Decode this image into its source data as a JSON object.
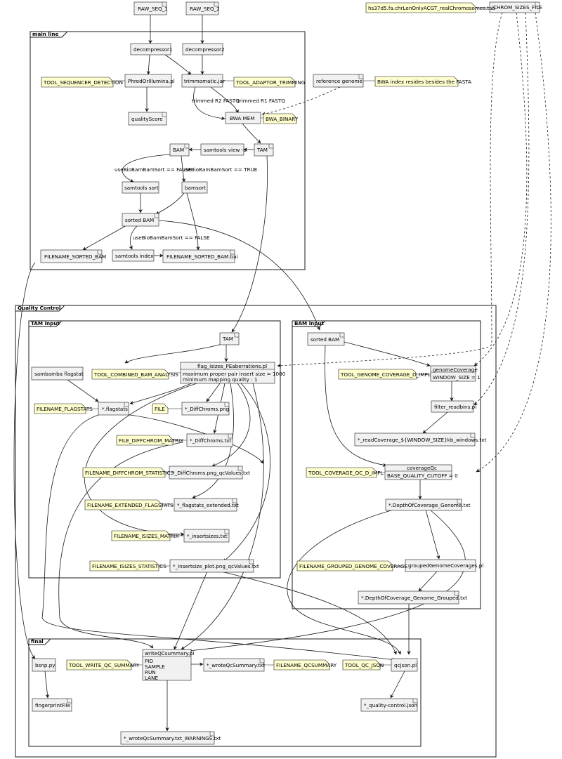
{
  "frames": {
    "main_line": "main line",
    "quality_control": "Quality Control",
    "tam_input": "TAM input",
    "bam_input": "BAM input",
    "final": "final"
  },
  "nodes": {
    "raw_seq_1": "RAW_SEQ_1",
    "raw_seq_2": "RAW_SEQ_2",
    "chrom_sizes_file": "CHROM_SIZES_FILE",
    "decompressor1": "decompressor1",
    "decompressor2": "decompressor2",
    "phred": "PhredOrIllumina.pl",
    "trimmomatic": "trimmomatic.jar",
    "reference_genome": "reference genome",
    "quality_score": "qualityScore",
    "bwa_mem": "BWA MEM",
    "bam": "BAM",
    "samtools_view": "samtools view -b",
    "tam": "TAM",
    "samtools_sort": "samtools sort",
    "bamsort": "bamsort",
    "sorted_bam": "sorted BAM",
    "filename_sorted_bam": "FILENAME_SORTED_BAM",
    "samtools_index": "samtools index",
    "filename_sorted_bam_bai": "FILENAME_SORTED_BAM.bai",
    "qc_tam": "TAM",
    "sambamba_flagstat": "sambamba flagstat",
    "flag_isizes_title": "flag_isizes_PEaberrations.pl",
    "flag_isizes_line1": "maximum proper pair insert size = 1000",
    "flag_isizes_line2": "minimum mapping quality : 1",
    "flagstats": "*.flagstats",
    "diffchroms_png": "*_DiffChroms.png",
    "diffchroms_txt": "*_DiffChroms.txt",
    "diffchroms_png_qc": "*_DiffChroms.png_qcValues.txt",
    "flagstats_extended": "*_flagstats_extended.txt",
    "insertsizes": "*_insertsizes.txt",
    "insertsize_plot_qc": "*_insertsize_plot.png_qcValues.txt",
    "qc_sorted_bam": "sorted BAM",
    "genome_coverage_title": "genomeCoverage",
    "genome_coverage_line": "WINDOW_SIZE = 1",
    "filter_readbins": "filter_readbins.pl",
    "read_coverage": "*_readCoverage_${WINDOW_SIZE}kb_windows.txt",
    "coverage_qc_title": "coverageQc",
    "coverage_qc_line": "BASE_QUALITY_CUTOFF = 0",
    "depth_of_coverage": "*.DepthOfCoverage_Genome.txt",
    "grouped_genome_coverages": "groupedGenomeCoverages.pl",
    "depth_grouped": "*.DepthOfCoverage_Genome_Grouped.txt",
    "bsnp": "bsnp.py",
    "fingerprint": "fingerprintFile",
    "write_qc_title": "writeQCsummary.pl",
    "write_qc_line1": "PID",
    "write_qc_line2": "SAMPLE",
    "write_qc_line3": "RUN",
    "write_qc_line4": "LANE",
    "wrote_qc_summary": "*_wroteQcSummary.txt",
    "wrote_qc_warnings": "*_wroteQcSummary.txt_WARNINGS.txt",
    "qc_json": "qcJson.pl",
    "quality_control_json": "*_quality-control.json"
  },
  "notes": {
    "hs37d5": "hs37d5.fa.chrLenOnlyACGT_realChromosomes.tab",
    "tool_sequencer_detection": "TOOL_SEQUENCER_DETECTION",
    "tool_adaptor_trimming": "TOOL_ADAPTOR_TRIMMING",
    "bwa_index_note": "BWA index resides besides the FASTA",
    "bwa_binary": "BWA_BINARY",
    "tool_combined_bam_analysis": "TOOL_COMBINED_BAM_ANALYSIS",
    "filename_flagstats": "FILENAME_FLAGSTATS",
    "file": "FILE",
    "file_diffchrom_matrix": "FILE_DIFFCHROM_MATRIX",
    "filename_diffchrom_statistics": "FILENAME_DIFFCHROM_STATISTICS",
    "filename_extended_flagstats": "FILENAME_EXTENDED_FLAGSTATS",
    "filename_isizes_matrix": "FILENAME_ISIZES_MATRIX",
    "filename_isizes_statistics": "FILENAME_ISIZES_STATISTICS",
    "tool_genome_coverage": "TOOL_GENOME_COVERAGE_D_IMPL",
    "tool_coverage_qc": "TOOL_COVERAGE_QC_D_IMPL",
    "filename_grouped_genome_coverage": "FILENAME_GROUPED_GENOME_COVERAGE",
    "tool_write_qc_summary": "TOOL_WRITE_QC_SUMMARY",
    "filename_qcsummary": "FILENAME_QCSUMMARY",
    "tool_qc_json": "TOOL_QC_JSON"
  },
  "edge_labels": {
    "trimmed_r2": "trimmed R2 FASTQ",
    "trimmed_r1": "trimmed R1 FASTQ",
    "sort_false": "useBioBamBamSort == FALSE",
    "sort_true": "useBioBamBamSort == TRUE",
    "index_false": "useBioBamBamSort == FALSE"
  }
}
